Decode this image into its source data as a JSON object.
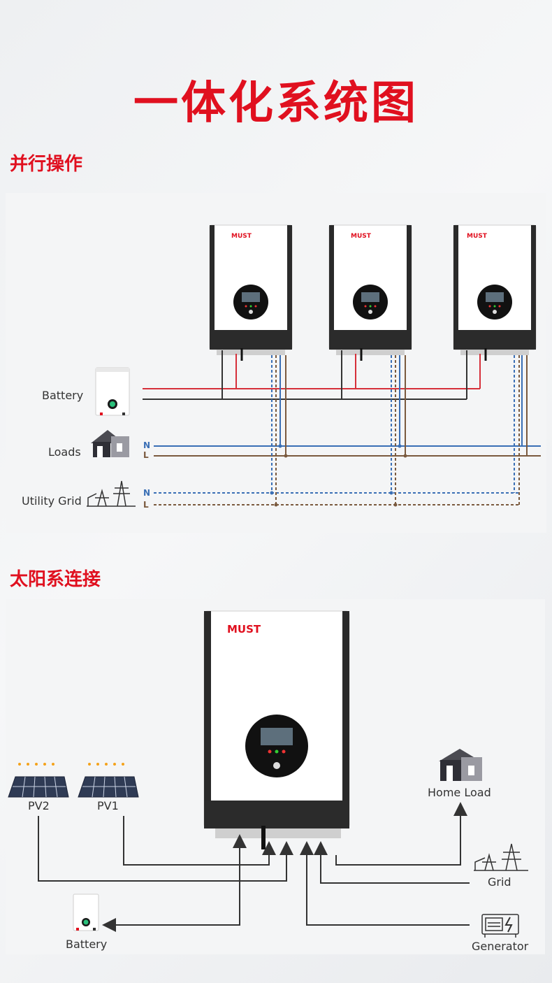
{
  "title": "一体化系统图",
  "parallel": {
    "heading": "并行操作",
    "brand": "MUST",
    "battery_label": "Battery",
    "loads_label": "Loads",
    "grid_label": "Utility Grid",
    "n_label": "N",
    "l_label": "L"
  },
  "solar": {
    "heading": "太阳系连接",
    "brand": "MUST",
    "pv2_label": "PV2",
    "pv1_label": "PV1",
    "home_load_label": "Home Load",
    "grid_label": "Grid",
    "battery_label": "Battery",
    "generator_label": "Generator"
  },
  "colors": {
    "accent": "#e0101f",
    "battery_positive": "#d6303a",
    "neutral_line": "#3a6fb5",
    "live_line": "#7a5a3e",
    "wire": "#333333"
  }
}
